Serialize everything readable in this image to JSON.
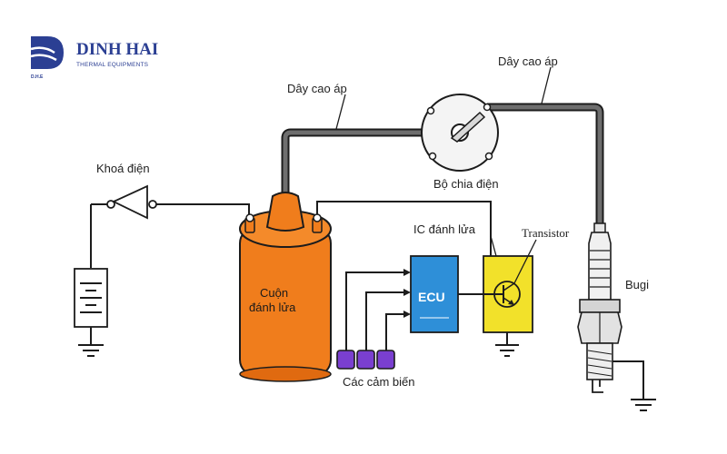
{
  "logo": {
    "name": "DINH HAI",
    "subtitle": "THERMAL EQUIPMENTS",
    "mark": "D.H.E"
  },
  "labels": {
    "hv_wire_left": "Dây cao áp",
    "hv_wire_right": "Dây cao áp",
    "ignition_switch": "Khoá điện",
    "distributor": "Bộ chia điện",
    "ignition_ic": "IC đánh lửa",
    "transistor": "Transistor",
    "spark_plug": "Bugi",
    "coil_line1": "Cuộn",
    "coil_line2": "đánh lửa",
    "ecu": "ECU",
    "sensors": "Các cảm biến"
  },
  "colors": {
    "brand": "#2b3f93",
    "coil": "#f07d1c",
    "ecu": "#2e8fd8",
    "ic": "#f2e12a",
    "sensor": "#7a3fd0"
  }
}
